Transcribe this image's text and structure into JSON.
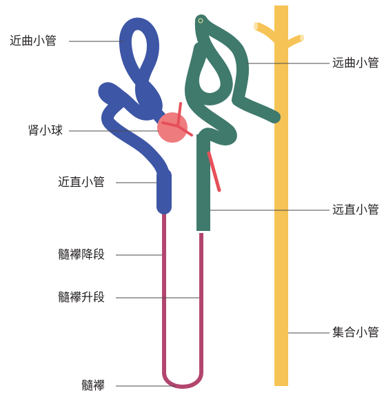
{
  "labels": {
    "proximal_convoluted": "近曲小管",
    "glomerulus": "肾小球",
    "proximal_straight": "近直小管",
    "descending_limb": "髓襻降段",
    "ascending_limb": "髓襻升段",
    "loop": "髓襻",
    "distal_convoluted": "远曲小管",
    "distal_straight": "远直小管",
    "collecting_duct": "集合小管"
  },
  "colors": {
    "proximal_tubule": "#3d56a6",
    "distal_tubule": "#3f7a6c",
    "loop_of_henle": "#b2466f",
    "collecting_duct": "#f6c356",
    "glomerulus": "#ee7c7f",
    "arteriole": "#e6505a",
    "leader_line": "#4a4a4a",
    "text": "#231f20"
  },
  "icons": {
    "distal_tubule_start": "small-ring-icon"
  }
}
